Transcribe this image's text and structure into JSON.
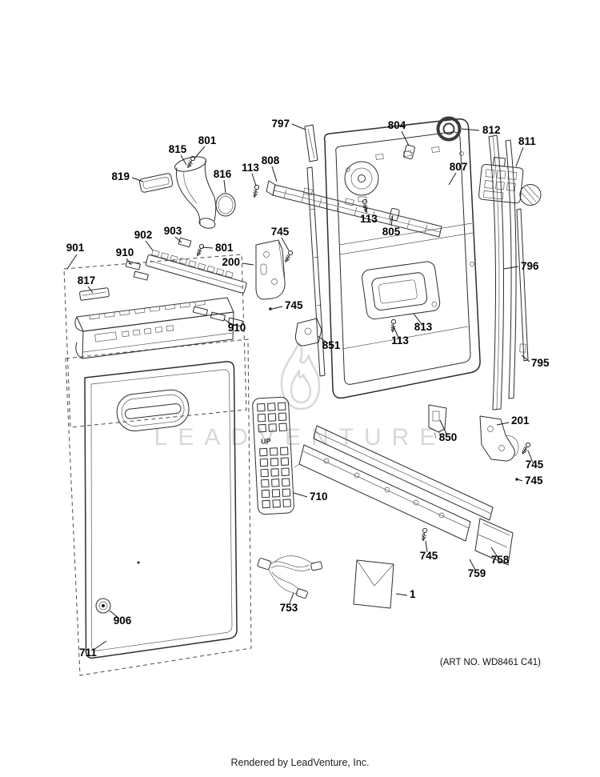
{
  "watermark": {
    "text": "LEADVENTURE"
  },
  "markings": {
    "up": "UP"
  },
  "footer": {
    "rendered_by": "Rendered by LeadVenture, Inc.",
    "art_no": "(ART NO. WD8461 C41)"
  },
  "colors": {
    "ink": "#2e2e2e",
    "watermark": "#d8d8d8"
  },
  "labels": {
    "l797": "797",
    "l804": "804",
    "l812": "812",
    "l811": "811",
    "l815": "815",
    "l801a": "801",
    "l819": "819",
    "l816": "816",
    "l113a": "113",
    "l808": "808",
    "l807": "807",
    "l113b": "113",
    "l805": "805",
    "l745a": "745",
    "l902": "902",
    "l903": "903",
    "l801b": "801",
    "l200": "200",
    "l901": "901",
    "l910a": "910",
    "l817": "817",
    "l796": "796",
    "l745b": "745",
    "l910b": "910",
    "l813": "813",
    "l851": "851",
    "l113c": "113",
    "l795": "795",
    "l850": "850",
    "l201": "201",
    "l745c": "745",
    "l745d": "745",
    "l710": "710",
    "l758": "758",
    "l759": "759",
    "l745e": "745",
    "l753": "753",
    "l1": "1",
    "l906": "906",
    "l711": "711"
  }
}
